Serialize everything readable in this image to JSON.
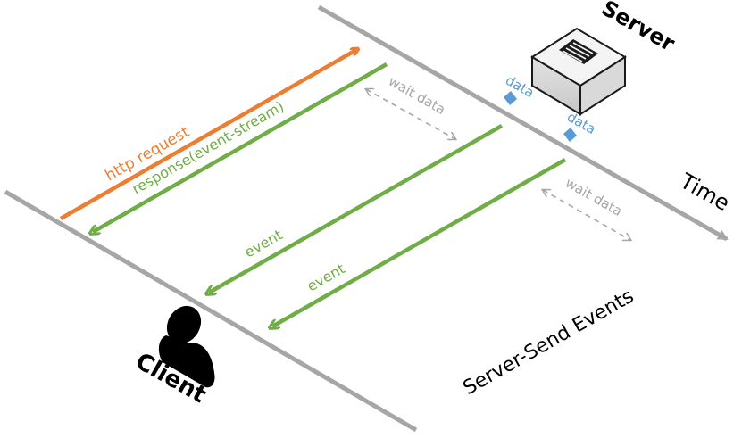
{
  "title": "Server-Send Events",
  "actors": {
    "server": "Server",
    "client": "Client"
  },
  "axis": {
    "time_label": "Time"
  },
  "messages": {
    "request": "http request",
    "response": "response(event-stream)",
    "event1": "event",
    "event2": "event"
  },
  "waits": {
    "wait1": "wait data",
    "wait2": "wait data"
  },
  "data_markers": {
    "data1": "data",
    "data2": "data"
  },
  "colors": {
    "timeline": "#a6a6a6",
    "request": "#ed7d31",
    "response": "#70ad47",
    "wait": "#a6a6a6",
    "data": "#5b9bd5",
    "text": "#000000"
  }
}
